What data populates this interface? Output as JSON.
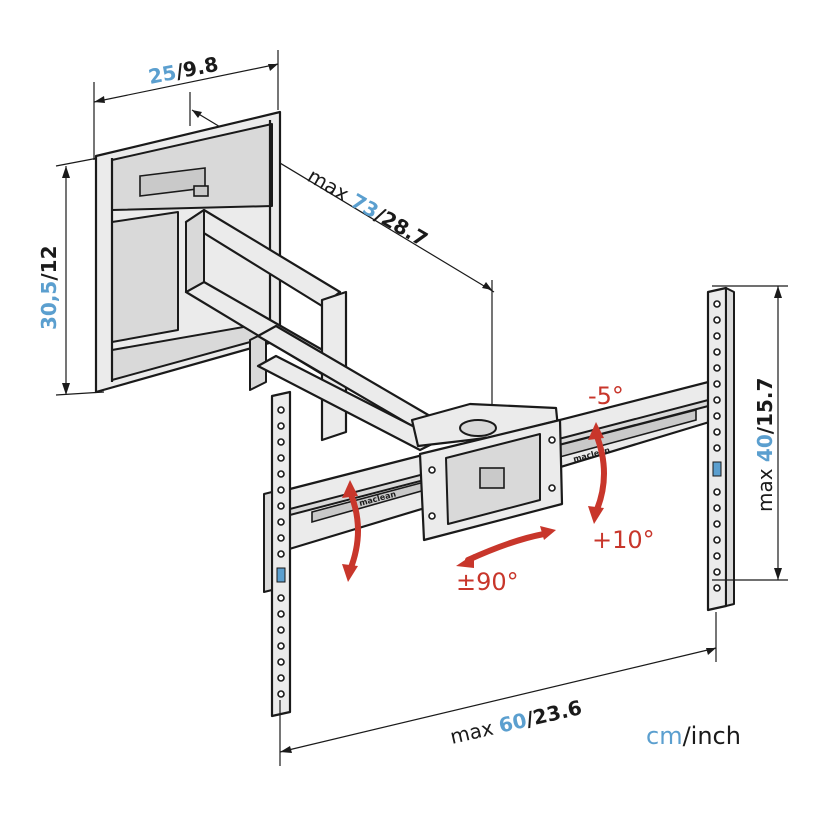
{
  "dimensions": {
    "top_width": {
      "cm": "25",
      "inch": "9.8"
    },
    "wall_height": {
      "cm": "30,5",
      "inch": "12"
    },
    "arm_extension": {
      "prefix": "max",
      "cm": "73",
      "inch": "28.7"
    },
    "vesa_height": {
      "prefix": "max",
      "cm": "40",
      "inch": "15.7"
    },
    "vesa_width": {
      "prefix": "max",
      "cm": "60",
      "inch": "23.6"
    }
  },
  "angles": {
    "tilt_up": "-5°",
    "tilt_down": "+10°",
    "swivel": "±90°"
  },
  "units_legend": {
    "cm": "cm",
    "separator": "/",
    "inch": "inch"
  },
  "brand_labels": [
    "maclean",
    "maclean"
  ],
  "colors": {
    "accent_blue": "#5b9fcf",
    "arrow_red": "#c8362b",
    "line": "#1a1a1a",
    "metal": "#ebebeb"
  }
}
